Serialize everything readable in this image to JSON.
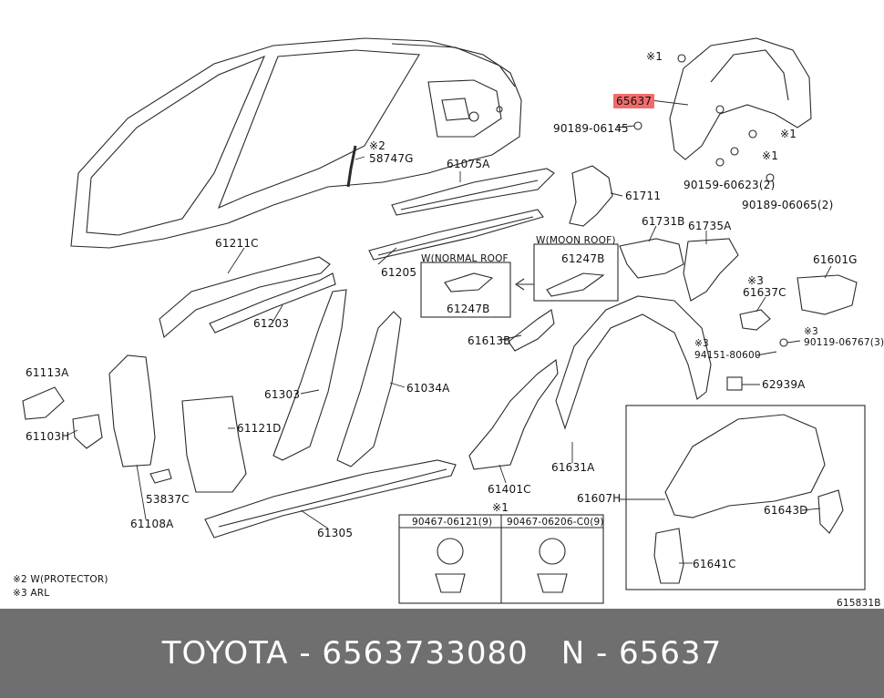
{
  "labels": {
    "p65637": "65637",
    "p90189_06145": "90189-06145",
    "mark_x1_a": "※1",
    "mark_x1_b": "※1",
    "mark_x1_c": "※1",
    "p90159": "90159-60623(2)",
    "p90189_06065": "90189-06065(2)",
    "mark_x2": "※2",
    "p58747G": "58747G",
    "p61075A": "61075A",
    "p61711": "61711",
    "p61211C": "61211C",
    "p61205": "61205",
    "w_normal_roof": "W(NORMAL ROOF",
    "w_moon_roof": "W(MOON ROOF)",
    "p61247B_a": "61247B",
    "p61247B_b": "61247B",
    "p61731B": "61731B",
    "p61735A": "61735A",
    "p61601G": "61601G",
    "mark_x3_a": "※3",
    "p61637C": "61637C",
    "p61203": "61203",
    "p61613B": "61613B",
    "mark_x3_b": "※3",
    "p94151": "94151-80600",
    "mark_x3_c": "※3",
    "p90119": "90119-06767(3)",
    "p61113A": "61113A",
    "p61303": "61303",
    "p61034A": "61034A",
    "p62939A": "62939A",
    "p61103H": "61103H",
    "p61121D": "61121D",
    "p61401C": "61401C",
    "p61631A": "61631A",
    "p53837C": "53837C",
    "p61607H": "61607H",
    "p61643D": "61643D",
    "p61108A": "61108A",
    "p61305": "61305",
    "p61641C": "61641C",
    "mark_x1_d": "※1",
    "clip_a": "90467-06121(9)",
    "clip_b": "90467-06206-C0(9)",
    "note_x2": "※2 W(PROTECTOR)",
    "note_x3": "※3 ARL",
    "diagram_id": "615831B"
  },
  "footer": {
    "brand_part": "TOYOTA - 6563733080",
    "ref": "N - 65637"
  },
  "colors": {
    "highlight": "#f26b6b",
    "footer_bg": "#6f6f6f",
    "line": "#222222"
  }
}
